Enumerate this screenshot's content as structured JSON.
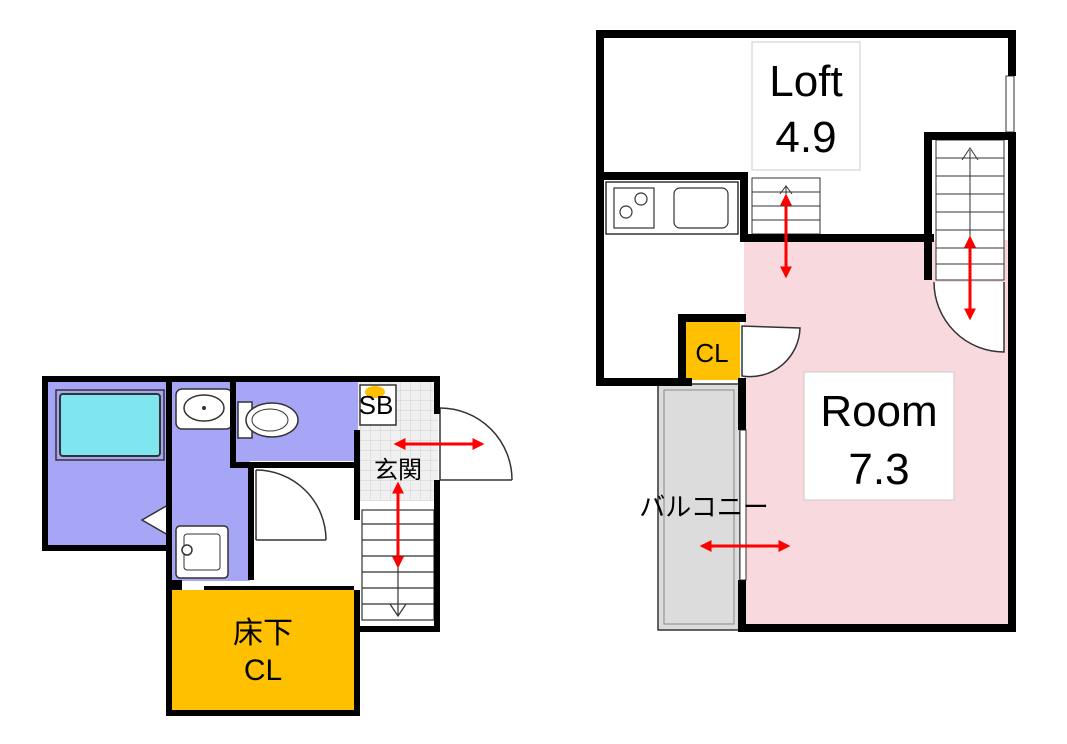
{
  "floor1": {
    "entrance_label": "玄関",
    "shoebox_label": "SB",
    "underfloor_closet": {
      "line1": "床下",
      "line2": "CL"
    }
  },
  "floor2": {
    "loft": {
      "name": "Loft",
      "size": "4.9"
    },
    "room": {
      "name": "Room",
      "size": "7.3"
    },
    "closet_label": "CL",
    "balcony_label": "バルコニー"
  },
  "colors": {
    "wall": "#000000",
    "wet_area": "#a7a5f5",
    "bathtub": "#7fe6ef",
    "closet": "#ffc000",
    "room_floor": "#f8d9dd",
    "balcony": "#dcdcdc",
    "arrow": "#ff0000"
  }
}
